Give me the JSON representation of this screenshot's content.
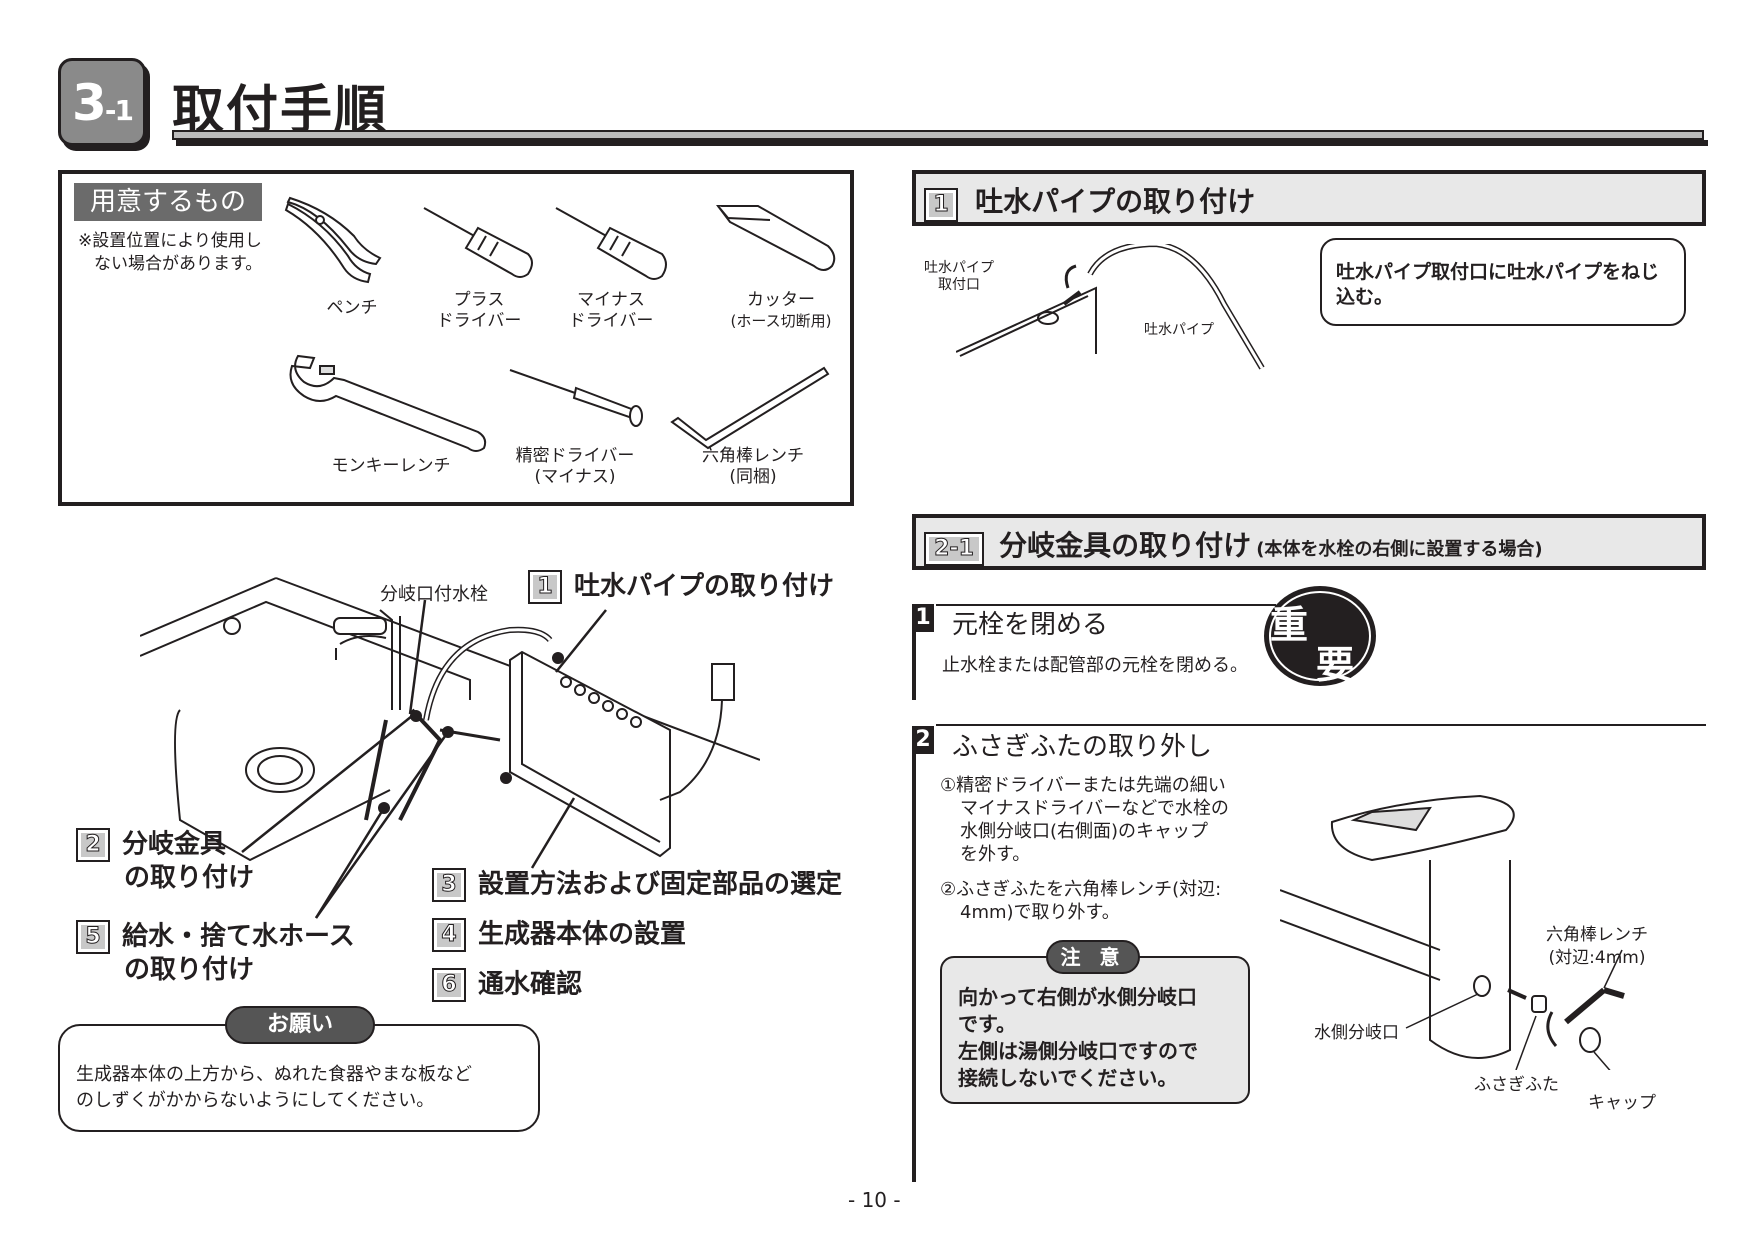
{
  "header": {
    "section_num": "3",
    "section_sub": "-1",
    "title": "取付手順"
  },
  "tools": {
    "label": "用意するもの",
    "note_line1": "※設置位置により使用し",
    "note_line2": "ない場合があります。",
    "items": [
      {
        "line1": "ペンチ",
        "line2": ""
      },
      {
        "line1": "プラス",
        "line2": "ドライバー"
      },
      {
        "line1": "マイナス",
        "line2": "ドライバー"
      },
      {
        "line1": "カッター",
        "line2": "(ホース切断用)"
      },
      {
        "line1": "モンキーレンチ",
        "line2": ""
      },
      {
        "line1": "精密ドライバー",
        "line2": "(マイナス)"
      },
      {
        "line1": "六角棒レンチ",
        "line2": "(同梱)"
      }
    ]
  },
  "overview": {
    "faucet_label": "分岐口付水栓",
    "steps": [
      {
        "num": "1",
        "line1": "吐水パイプの取り付け",
        "line2": ""
      },
      {
        "num": "2",
        "line1": "分岐金具",
        "line2": "の取り付け"
      },
      {
        "num": "5",
        "line1": "給水・捨て水ホース",
        "line2": "の取り付け"
      },
      {
        "num": "3",
        "line1": "設置方法および固定部品の選定",
        "line2": ""
      },
      {
        "num": "4",
        "line1": "生成器本体の設置",
        "line2": ""
      },
      {
        "num": "6",
        "line1": "通水確認",
        "line2": ""
      }
    ]
  },
  "request": {
    "label": "お願い",
    "line1": "生成器本体の上方から、ぬれた食器やまな板など",
    "line2": "のしずくがかからないようにしてください。"
  },
  "step1": {
    "num": "1",
    "title": "吐水パイプの取り付け",
    "label_port_line1": "吐水パイプ",
    "label_port_line2": "取付口",
    "label_pipe": "吐水パイプ",
    "callout_line1": "吐水パイプ取付口に吐水パイプをねじ",
    "callout_line2": "込む。"
  },
  "step2": {
    "num": "2-1",
    "title": "分岐金具の取り付け",
    "subtitle": "(本体を水栓の右側に設置する場合)",
    "important_1": "重",
    "important_2": "要",
    "sub1": {
      "num": "1",
      "title": "元栓を閉める",
      "body": "止水栓または配管部の元栓を閉める。"
    },
    "sub2": {
      "num": "2",
      "title": "ふさぎふたの取り外し",
      "p1_line1": "①精密ドライバーまたは先端の細い",
      "p1_line2": "マイナスドライバーなどで水栓の",
      "p1_line3": "水側分岐口(右側面)のキャップ",
      "p1_line4": "を外す。",
      "p2_line1": "②ふさぎふたを六角棒レンチ(対辺:",
      "p2_line2": "4mm)で取り外す。",
      "caution_label": "注 意",
      "caution_line1": "向かって右側が水側分岐口",
      "caution_line2": "です。",
      "caution_line3": "左側は湯側分岐口ですので",
      "caution_line4": "接続しないでください。",
      "label_wrench_line1": "六角棒レンチ",
      "label_wrench_line2": "(対辺:4mm)",
      "label_port": "水側分岐口",
      "label_plug": "ふさぎふた",
      "label_cap": "キャップ"
    }
  },
  "page_number": "- 10 -"
}
